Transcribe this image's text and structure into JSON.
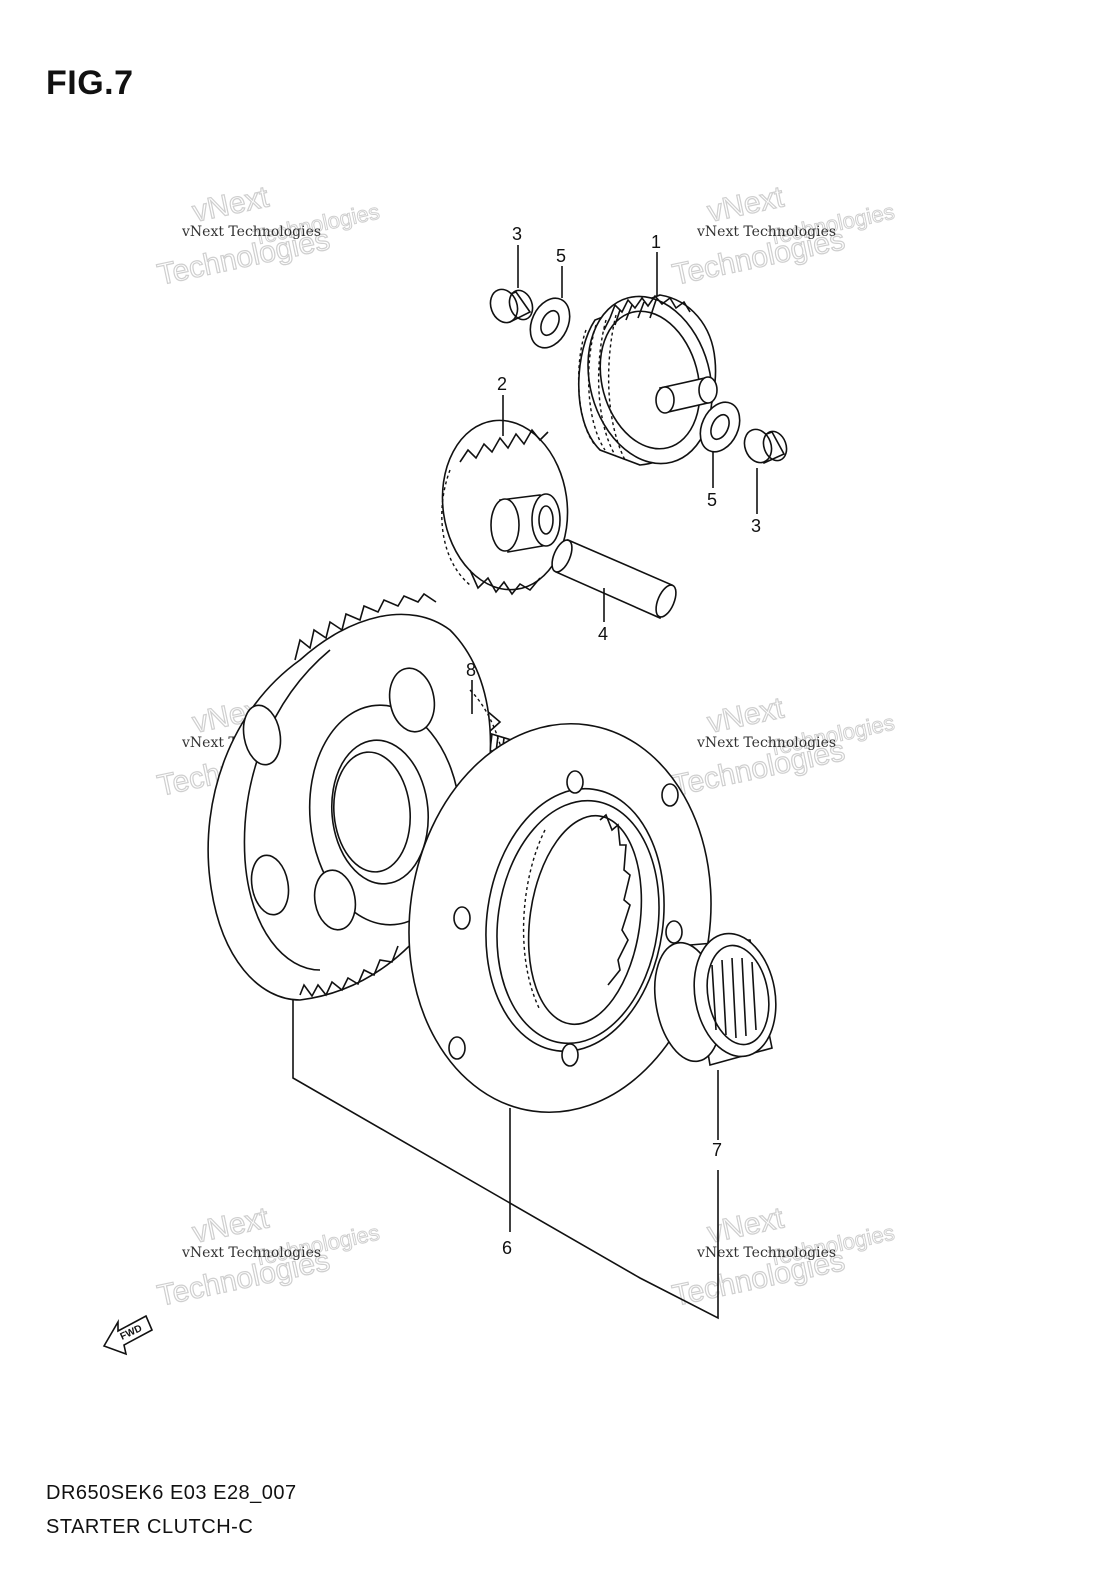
{
  "figure": {
    "title": "FIG.7"
  },
  "footer": {
    "model_code": "DR650SEK6 E03 E28_007",
    "diagram_name": "STARTER CLUTCH-C"
  },
  "watermark": {
    "line1": "vNext Technologies",
    "line2": "vNext",
    "line3": "Technologies"
  },
  "fwd_label": "FWD",
  "callouts": {
    "c1": "1",
    "c2": "2",
    "c3a": "3",
    "c3b": "3",
    "c4": "4",
    "c5a": "5",
    "c5b": "5",
    "c6": "6",
    "c7": "7",
    "c8": "8"
  }
}
